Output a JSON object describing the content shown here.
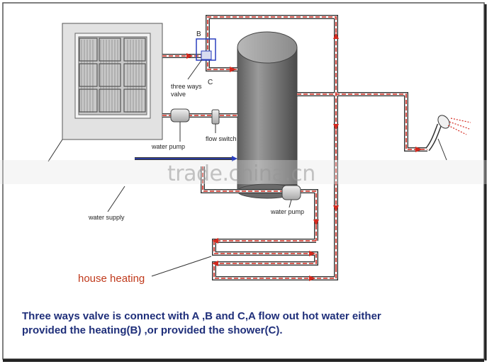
{
  "labels": {
    "b": "B",
    "c": "C",
    "three_ways_valve_1": "three ways",
    "three_ways_valve_2": "valve",
    "water_pump_1": "water pump",
    "flow_switch": "flow switch",
    "water_supply": "water supply",
    "water_pump_2": "water pump",
    "house_heating": "house heating"
  },
  "caption": {
    "line1": "Three ways valve is connect with A ,B and C,A flow out hot water either",
    "line2": "provided the heating(B) ,or provided the shower(C)."
  },
  "watermark": "trade.china.cn",
  "colors": {
    "pipe_flow": "#d42a1f",
    "pipe_outline": "#333333",
    "tank": "#7a7a7a",
    "caption": "#1f2f7a",
    "house_heating": "#c0391b",
    "supply": "#2a3fbf"
  }
}
